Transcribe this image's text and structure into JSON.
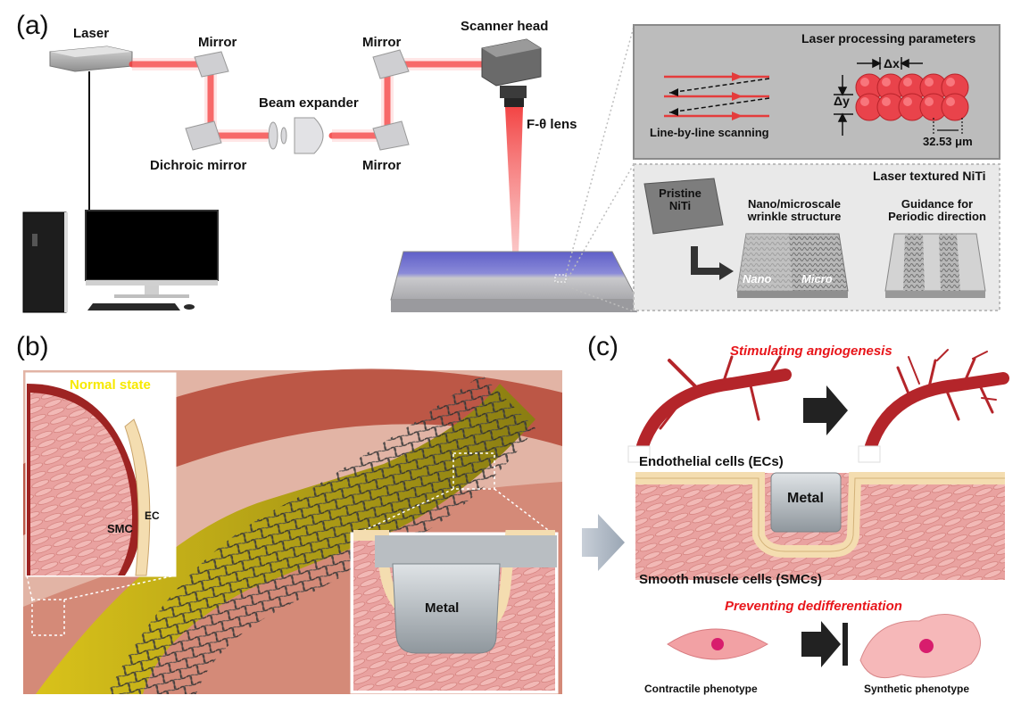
{
  "panels": {
    "a": "(a)",
    "b": "(b)",
    "c": "(c)"
  },
  "panel_a": {
    "laser": "Laser",
    "mirror_1": "Mirror",
    "mirror_2": "Mirror",
    "mirror_3": "Mirror",
    "beam_expander": "Beam expander",
    "dichroic_mirror": "Dichroic mirror",
    "scanner_head": "Scanner head",
    "f_theta_lens": "F-θ lens",
    "params_title": "Laser processing parameters",
    "line_scanning": "Line-by-line scanning",
    "dx": "Δx",
    "dy": "Δy",
    "spot_size": "32.53 μm",
    "textured_title": "Laser textured NiTi",
    "pristine_line1": "Pristine",
    "pristine_line2": "NiTi",
    "wrinkle_line1": "Nano/microscale",
    "wrinkle_line2": "wrinkle structure",
    "guidance_line1": "Guidance for",
    "guidance_line2": "Periodic direction",
    "nano": "Nano",
    "micro": "Micro"
  },
  "panel_b": {
    "normal_state": "Normal state",
    "ec": "EC",
    "smc": "SMC",
    "metal": "Metal"
  },
  "panel_c": {
    "angiogenesis": "Stimulating angiogenesis",
    "ecs": "Endothelial cells (ECs)",
    "metal": "Metal",
    "smcs": "Smooth muscle cells (SMCs)",
    "dedifferentiation": "Preventing dedifferentiation",
    "contractile": "Contractile phenotype",
    "synthetic": "Synthetic phenotype"
  },
  "colors": {
    "beam": "#f23b3b",
    "accent_red": "#e8161b",
    "highlight_yellow": "#f7e900",
    "tissue_pink": "#e9a2a0"
  }
}
